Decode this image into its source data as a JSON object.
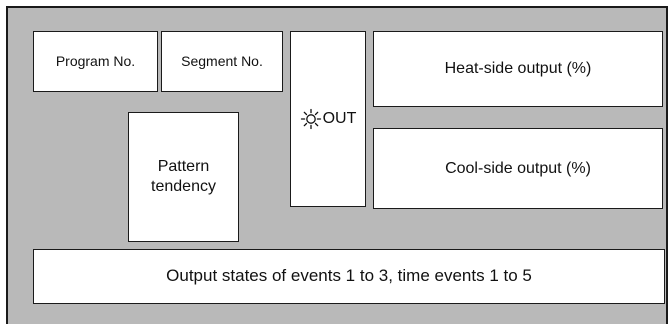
{
  "diagram": {
    "boxes": {
      "program_no": "Program No.",
      "segment_no": "Segment No.",
      "out_label": "OUT",
      "heat_output": "Heat-side output (%)",
      "pattern_line1": "Pattern",
      "pattern_line2": "tendency",
      "cool_output": "Cool-side output (%)",
      "event_states": "Output states of events 1 to 3, time events 1 to 5"
    },
    "icons": {
      "out_lamp": "sun-lamp-icon"
    }
  }
}
